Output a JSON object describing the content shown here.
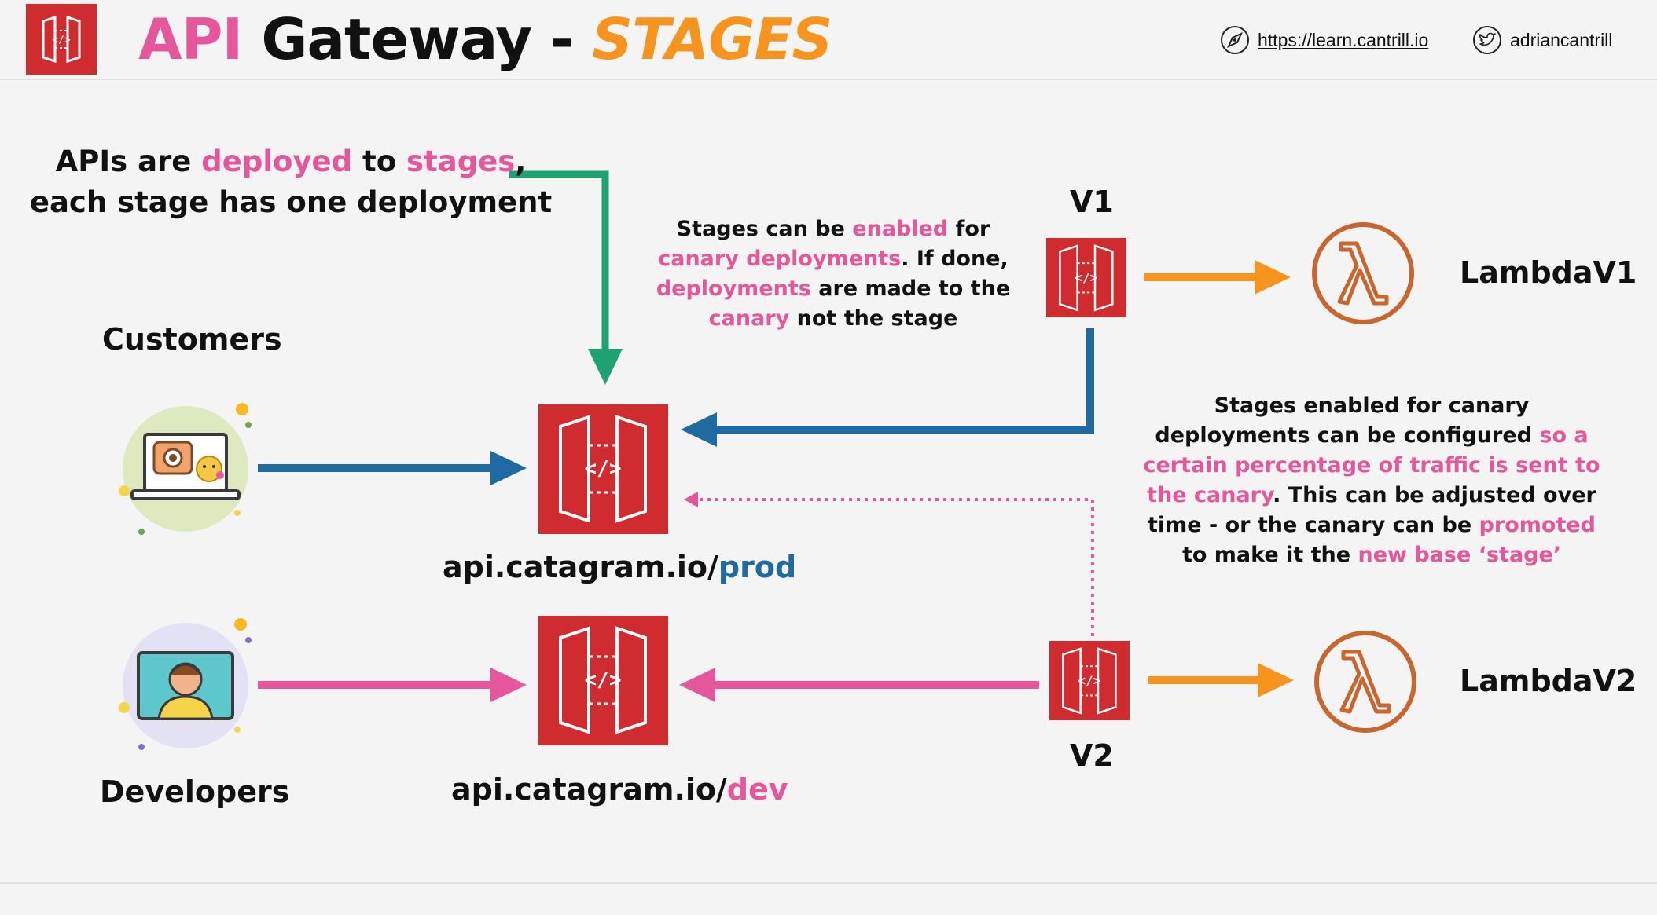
{
  "header": {
    "title_part1": "API",
    "title_part2": "Gateway -",
    "title_part3": "STAGES",
    "website": "https://learn.cantrill.io",
    "twitter": "adriancantrill"
  },
  "notes": {
    "intro": {
      "l1a": "APIs are ",
      "l1b": "deployed",
      "l1c": " to ",
      "l1d": "stages",
      "l1e": ",",
      "l2": "each stage has one deployment"
    },
    "canary": {
      "l1a": "Stages can be ",
      "l1b": "enabled",
      "l1c": " for",
      "l2a": "canary deployments",
      "l2b": ". If done,",
      "l3a": "deployments",
      "l3b": " are made to the",
      "l4a": "canary",
      "l4b": " not the stage"
    },
    "config": {
      "l1": "Stages enabled for canary",
      "l2a": "deployments can be configured ",
      "l2b": "so a",
      "l3": "certain percentage of traffic is sent to",
      "l4a": "the canary",
      "l4b": ". This can be adjusted over",
      "l5a": "time - or the canary can be ",
      "l5b": "promoted",
      "l6a": "to make it the ",
      "l6b": "new base ‘stage’"
    }
  },
  "labels": {
    "customers": "Customers",
    "developers": "Developers",
    "prod_base": "api.catagram.io/",
    "prod_stage": "prod",
    "dev_base": "api.catagram.io/",
    "dev_stage": "dev",
    "v1": "V1",
    "v2": "V2",
    "lambda_v1": "LambdaV1",
    "lambda_v2": "LambdaV2"
  },
  "colors": {
    "pink": "#e5579a",
    "orange": "#f7941d",
    "blue": "#1f6aa0",
    "green": "#1fa272",
    "api_red": "#d02b2f",
    "lambda_orange": "#c9662f"
  },
  "icons": {
    "logo": "api-gateway-icon",
    "website": "compass-icon",
    "twitter": "twitter-icon",
    "customer": "laptop-cat-photo-icon",
    "developer": "developer-monitor-icon",
    "lambda": "lambda-icon"
  }
}
